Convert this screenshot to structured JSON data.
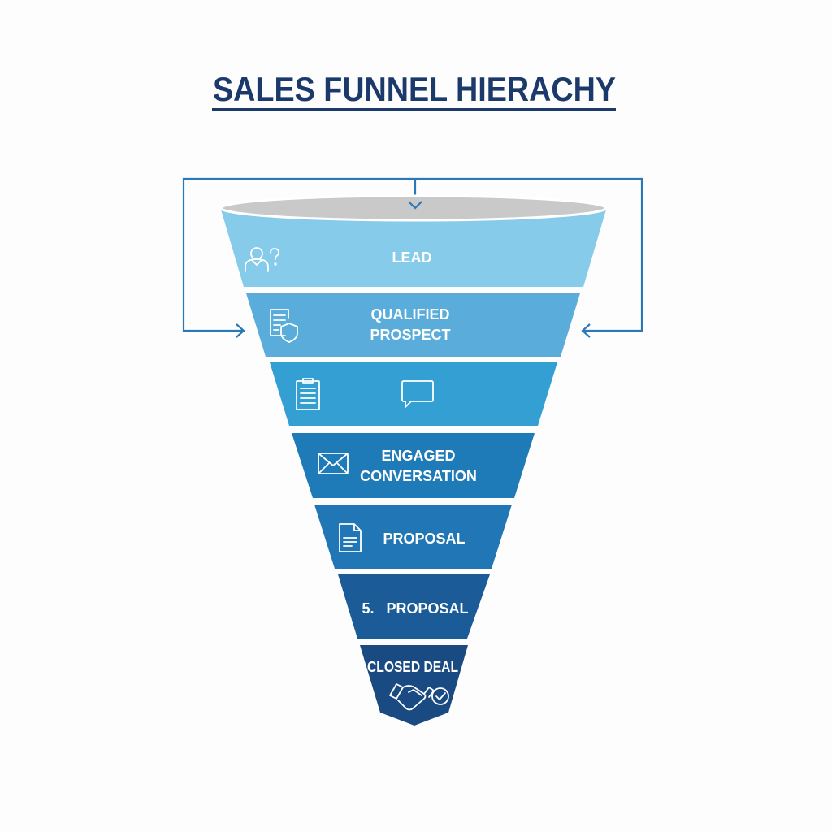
{
  "title": "SALES FUNNEL HIERACHY",
  "colors": {
    "title": "#1b3a6b",
    "arrow": "#2a78b8",
    "rim": "#c9c9c9",
    "stages": [
      "#86cbea",
      "#5aaddb",
      "#339fd3",
      "#1f7ab8",
      "#2176b5",
      "#1b5c98",
      "#1a4a82"
    ]
  },
  "stages": [
    {
      "lines": [
        "LEAD"
      ],
      "icon": "user-question-icon"
    },
    {
      "lines": [
        "QUALIFIED",
        "PROSPECT"
      ],
      "icon": "document-shield-icon"
    },
    {
      "lines": [],
      "icon": "clipboard-icon",
      "icon2": "speech-bubble-icon"
    },
    {
      "lines": [
        "ENGAGED",
        "CONVERSATION"
      ],
      "icon": "envelope-icon"
    },
    {
      "lines": [
        "PROPOSAL"
      ],
      "icon": "document-icon"
    },
    {
      "lines": [
        "5.   PROPOSAL"
      ],
      "icon": ""
    },
    {
      "lines": [
        "CLOSED DEAL"
      ],
      "icon": "handshake-check-icon"
    }
  ]
}
